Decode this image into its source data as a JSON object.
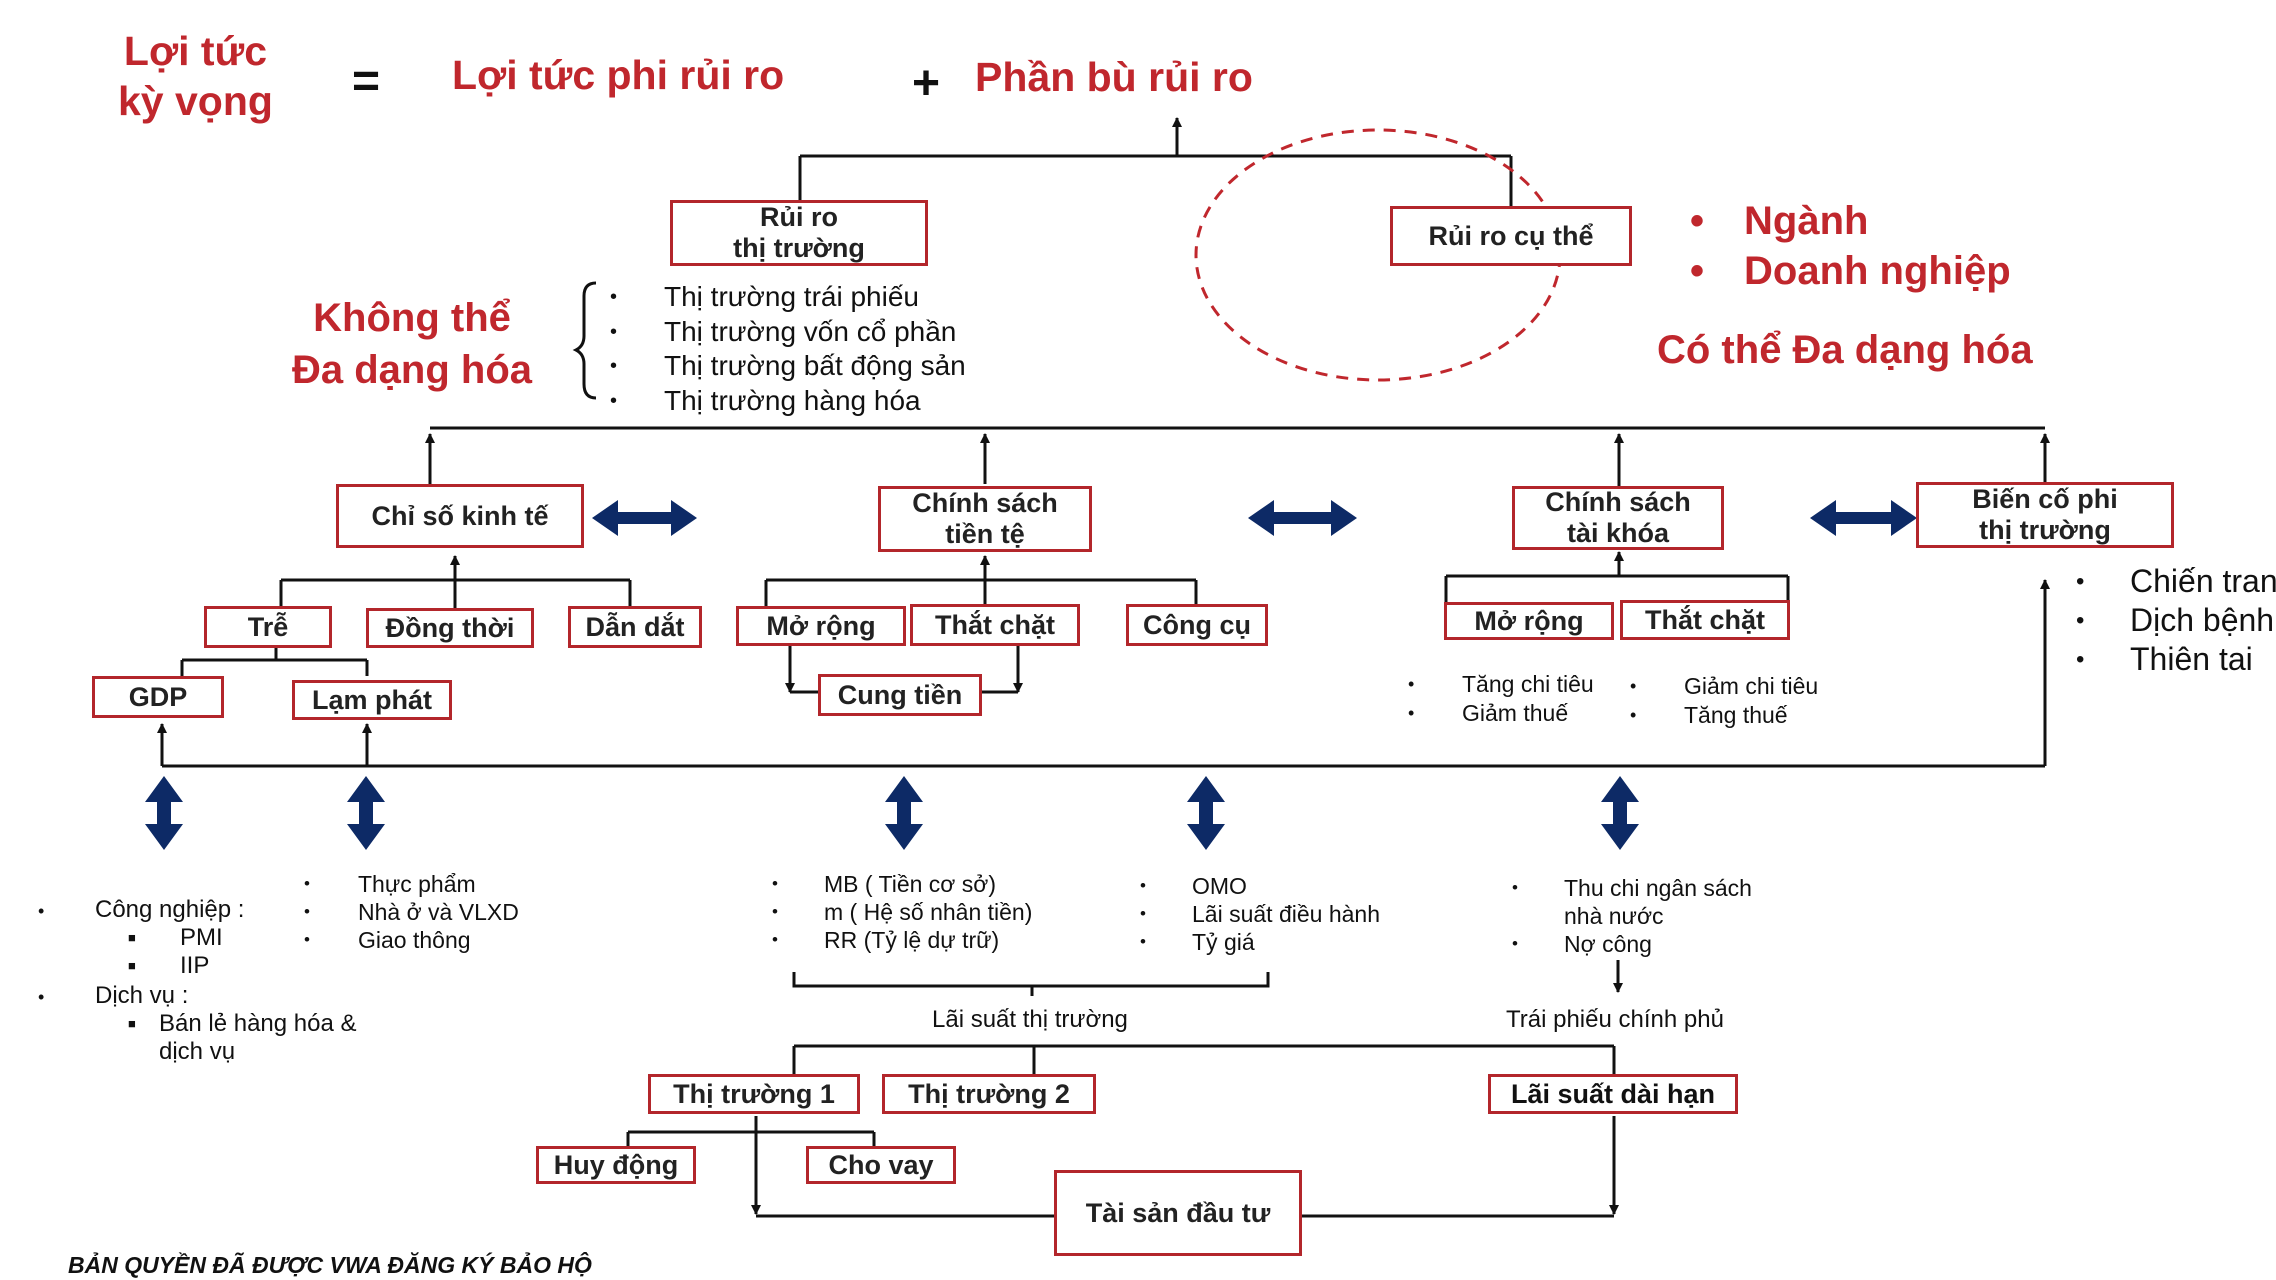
{
  "title": {
    "lhs": "Lợi tức\nkỳ vọng",
    "eq": "=",
    "risk_free": "Lợi tức phi rủi ro",
    "plus": "+",
    "premium": "Phần bù rủi ro"
  },
  "market_risk": "Rủi ro\nthị trường",
  "specific_risk": "Rủi ro cụ thể",
  "specific_items": [
    "Ngành",
    "Doanh nghiệp"
  ],
  "diversifiable": "Có thể Đa dạng hóa",
  "not_diversifiable": "Không thể\nĐa dạng hóa",
  "market_items": [
    "Thị trường trái phiếu",
    "Thị trường vốn cổ phần",
    "Thị trường bất động sản",
    "Thị trường hàng hóa"
  ],
  "economic_index": "Chỉ số kinh tế",
  "monetary_policy": "Chính sách\ntiền tệ",
  "fiscal_policy": "Chính sách\ntài khóa",
  "non_market_event": "Biến cố phi\nthị trường",
  "event_items": [
    "Chiến tranh",
    "Dịch bệnh",
    "Thiên tai"
  ],
  "lagging": "Trễ",
  "coincident": "Đồng thời",
  "leading": "Dẫn dắt",
  "gdp": "GDP",
  "inflation": "Lạm phát",
  "mon_expand": "Mở rộng",
  "mon_tighten": "Thắt chặt",
  "tools": "Công cụ",
  "money_supply": "Cung tiền",
  "fis_expand": "Mở rộng",
  "fis_tighten": "Thắt chặt",
  "fis_expand_items": [
    "Tăng chi tiêu",
    "Giảm thuế"
  ],
  "fis_tighten_items": [
    "Giảm chi tiêu",
    "Tăng thuế"
  ],
  "gdp_detail": {
    "industry": "Công nghiệp :",
    "industry_sub": [
      "PMI",
      "IIP"
    ],
    "services": "Dịch vụ :",
    "services_sub": "Bán lẻ hàng hóa &\ndịch vụ"
  },
  "inflation_items": [
    "Thực phẩm",
    "Nhà ở và VLXD",
    "Giao thông"
  ],
  "money_items": [
    "MB ( Tiền cơ sở)",
    "m ( Hệ số nhân tiền)",
    "RR (Tỷ lệ dự trữ)"
  ],
  "tool_items": [
    "OMO",
    "Lãi suất điều hành",
    "Tỷ giá"
  ],
  "budget_items": [
    "Thu chi ngân sách\nnhà nước",
    "Nợ công"
  ],
  "market_rate": "Lãi suất thị trường",
  "gov_bond": "Trái phiếu chính phủ",
  "market1": "Thị trường 1",
  "market2": "Thị trường 2",
  "long_rate": "Lãi suất dài hạn",
  "deposit": "Huy động",
  "lending": "Cho vay",
  "assets": "Tài sản đầu tư",
  "copyright": "BẢN QUYỀN ĐÃ ĐƯỢC VWA ĐĂNG KÝ BẢO HỘ",
  "colors": {
    "accent_red": "#c0272d",
    "box_border": "#b3262b",
    "arrow_navy": "#0d2a66"
  }
}
